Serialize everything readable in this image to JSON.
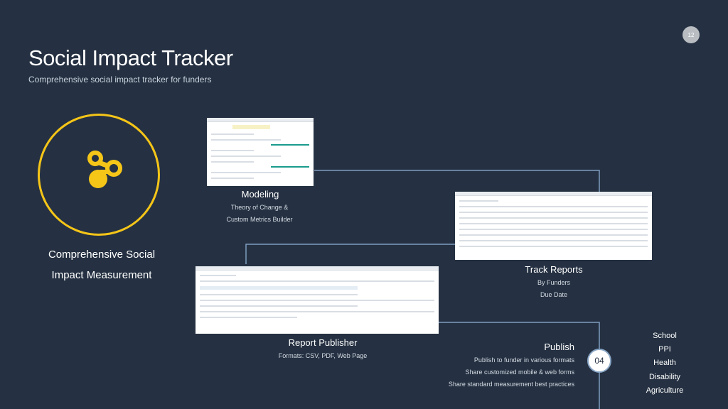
{
  "slide": {
    "title": "Social Impact Tracker",
    "subtitle": "Comprehensive social impact tracker for funders",
    "page_number": "12"
  },
  "center": {
    "label_line1": "Comprehensive Social",
    "label_line2": "Impact Measurement",
    "icon": "kettlebell-icon"
  },
  "modeling": {
    "title": "Modeling",
    "line1": "Theory of Change &",
    "line2": "Custom Metrics Builder"
  },
  "track_reports": {
    "title": "Track Reports",
    "line1": "By Funders",
    "line2": "Due Date"
  },
  "report_publisher": {
    "title": "Report Publisher",
    "line1": "Formats: CSV, PDF, Web Page"
  },
  "publish": {
    "title": "Publish",
    "line1": "Publish to funder in various formats",
    "line2": "Share customized mobile & web forms",
    "line3": "Share standard measurement best practices",
    "step": "04"
  },
  "sectors": [
    "School",
    "PPI",
    "Health",
    "Disability",
    "Agriculture"
  ],
  "colors": {
    "background": "#253142",
    "accent": "#f5c518",
    "connector": "#7f9cbf"
  }
}
